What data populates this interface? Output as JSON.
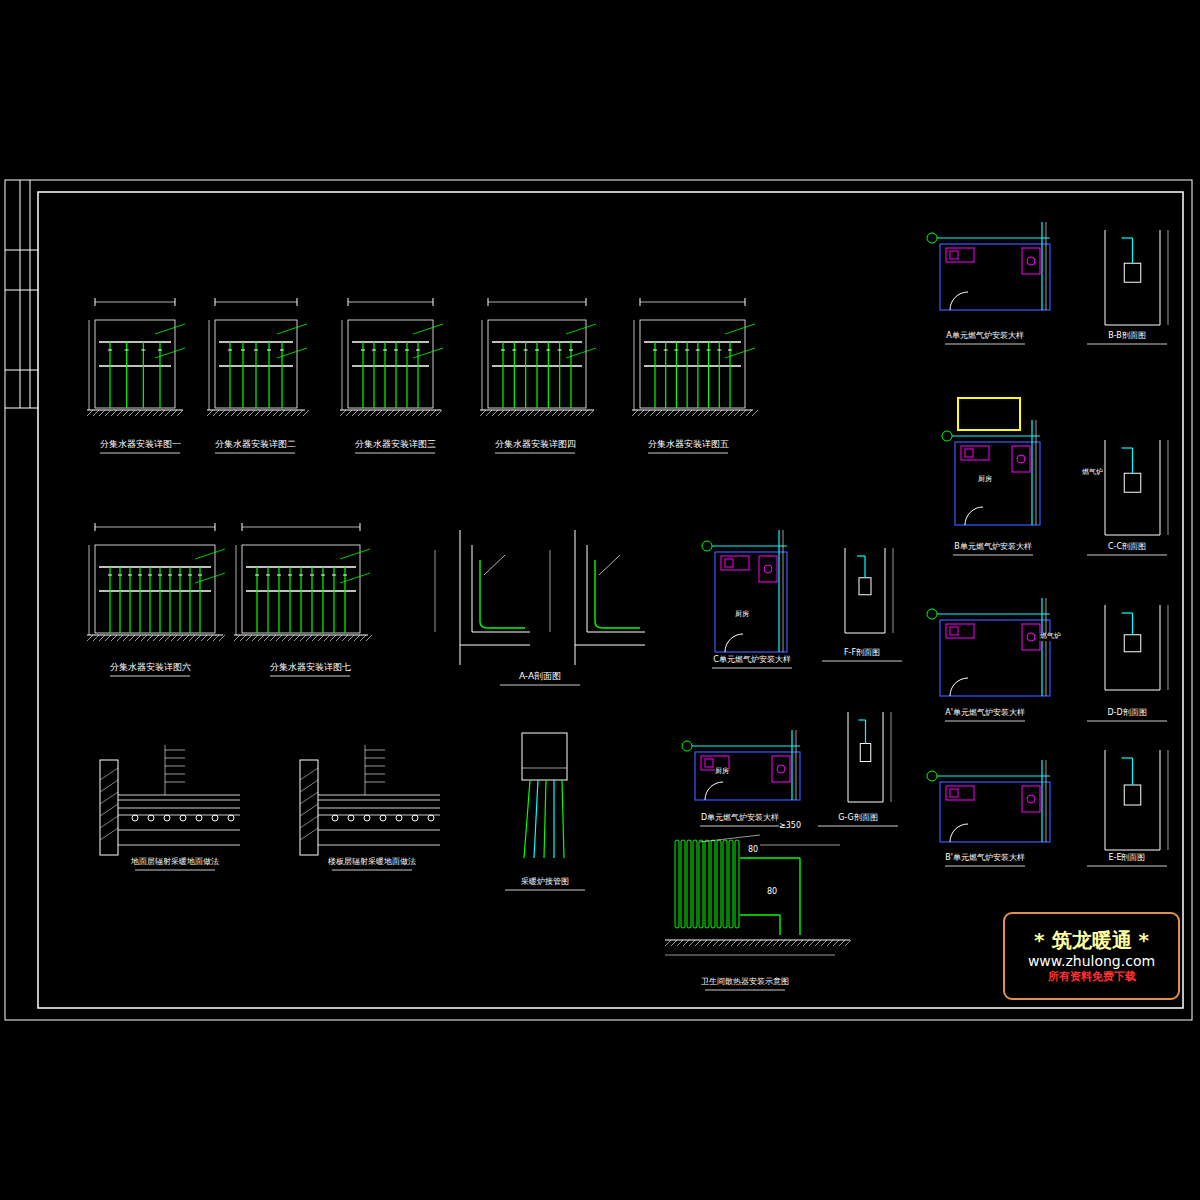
{
  "diagram": {
    "nodes": [
      {
        "text": [
          "* 筑龙暖通 *",
          "www.zhulong.com",
          "所有资料免费下载"
        ]
      }
    ],
    "labels": [
      "分集水器安装详图一",
      "分集水器安装详图二",
      "分集水器安装详图三",
      "分集水器安装详图四",
      "分集水器安装详图五",
      "分集水器安装详图六",
      "分集水器安装详图七",
      "A-A剖面图",
      "地面层辐射采暖地面做法",
      "楼板层辐射采暖地面做法",
      "采暖炉接管图",
      "卫生间散热器安装示意图",
      "C单元燃气炉安装大样",
      "F-F剖面图",
      "D单元燃气炉安装大样",
      "G-G剖面图",
      "A单元燃气炉安装大样",
      "B-B剖面图",
      "B单元燃气炉安装大样",
      "C-C剖面图",
      "A'单元燃气炉安装大样",
      "D-D剖面图",
      "B'单元燃气炉安装大样",
      "E-E剖面图",
      "厨房",
      "厨房",
      "厨房",
      "燃气炉",
      "燃气炉",
      "≥350",
      "80",
      "80"
    ]
  }
}
